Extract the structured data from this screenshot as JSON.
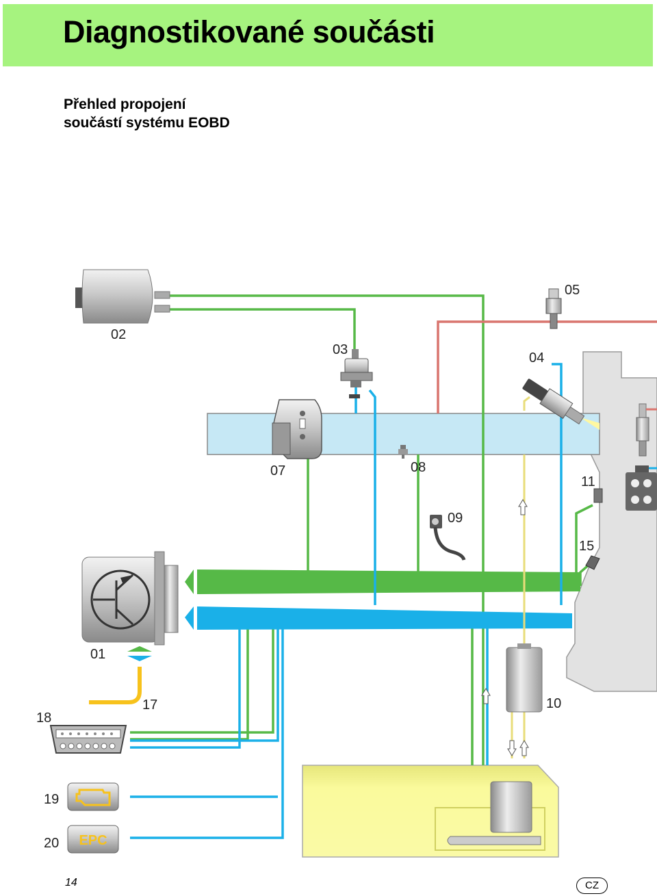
{
  "header": {
    "title": "Diagnostikované součásti",
    "subtitle_line1": "Přehled propojení",
    "subtitle_line2": "součástí systému EOBD",
    "background_color": "#a6f37f"
  },
  "diagram": {
    "component_labels": {
      "c01": "01",
      "c02": "02",
      "c03": "03",
      "c04": "04",
      "c05": "05",
      "c07": "07",
      "c08": "08",
      "c09": "09",
      "c10": "10",
      "c11": "11",
      "c15": "15",
      "c17": "17",
      "c18": "18",
      "c19": "19",
      "c20": "20"
    },
    "epc_text": "EPC",
    "colors": {
      "green_wire": "#56b947",
      "blue_wire": "#1ab0e8",
      "yellow_wire": "#f7c21c",
      "red_wire": "#d9756e",
      "intake_manifold": "#c6e8f5",
      "fuel_tank": "#fafa9c",
      "engine_block": "#e2e2e2"
    },
    "icons": [
      "check-engine-icon",
      "epc-lamp-icon",
      "transistor-symbol-icon",
      "obd-connector-icon"
    ]
  },
  "footer": {
    "page_number": "14",
    "language_badge": "CZ"
  }
}
